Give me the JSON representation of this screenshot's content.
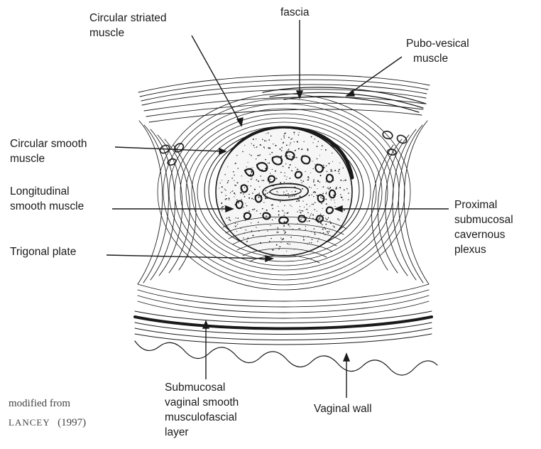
{
  "labels": {
    "fascia": "fascia",
    "circular_striated": [
      "Circular striated",
      "muscle"
    ],
    "pubo_vesical": [
      "Pubo-vesical",
      "muscle"
    ],
    "circular_smooth": [
      "Circular smooth",
      "muscle"
    ],
    "longitudinal_smooth": [
      "Longitudinal",
      "smooth muscle"
    ],
    "trigonal_plate": "Trigonal plate",
    "proximal_plexus": [
      "Proximal",
      "submucosal",
      "cavernous",
      "plexus"
    ],
    "submucosal_layer": [
      "Submucosal",
      "vaginal smooth",
      "musculofascial",
      "layer"
    ],
    "vaginal_wall": "Vaginal wall"
  },
  "citation": {
    "line1": "modified from",
    "author": "Lancey",
    "year": "(1997)"
  },
  "colors": {
    "ink": "#1a1a1a",
    "background": "#ffffff"
  }
}
